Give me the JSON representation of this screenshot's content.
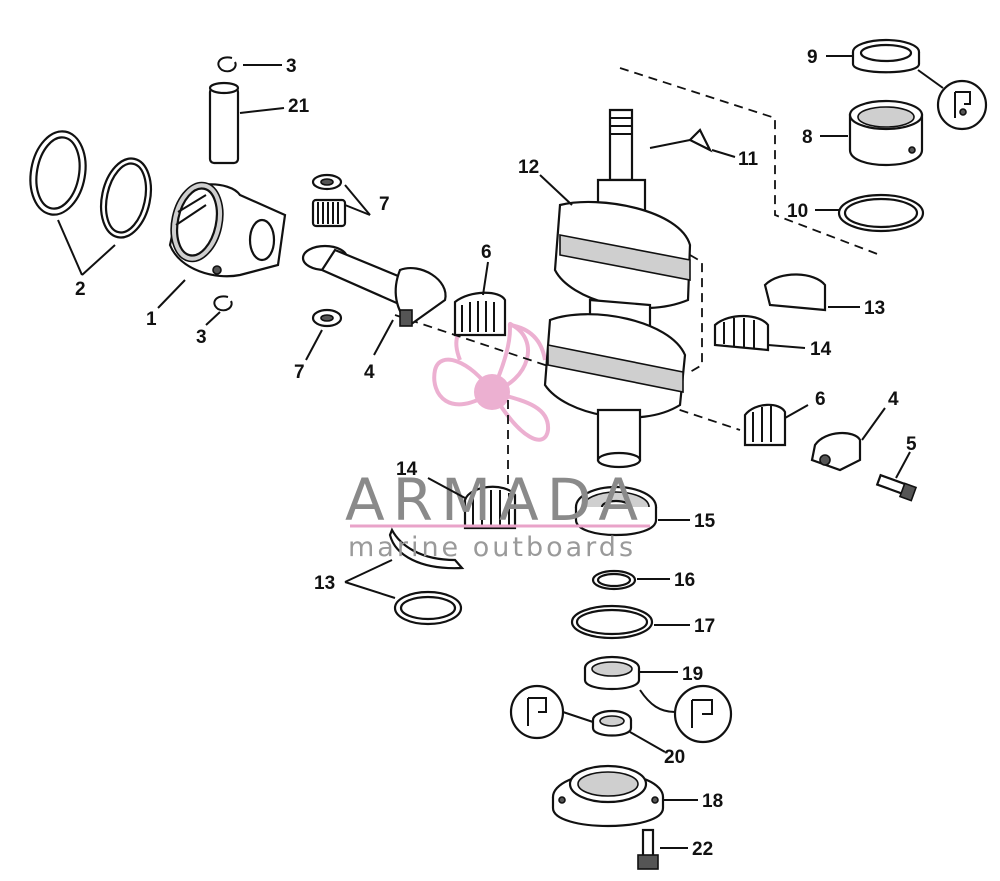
{
  "labels": {
    "p1": "1",
    "p2": "2",
    "p3a": "3",
    "p3b": "3",
    "p4a": "4",
    "p4b": "4",
    "p5": "5",
    "p6a": "6",
    "p6b": "6",
    "p7a": "7",
    "p7b": "7",
    "p8": "8",
    "p9": "9",
    "p10": "10",
    "p11": "11",
    "p12": "12",
    "p13a": "13",
    "p13b": "13",
    "p14a": "14",
    "p14b": "14",
    "p15": "15",
    "p16": "16",
    "p17": "17",
    "p18": "18",
    "p19": "19",
    "p20": "20",
    "p21": "21",
    "p22": "22"
  },
  "watermark": {
    "brand": "ARMADA",
    "tagline": "marine outboards",
    "logo_color": "#e9a3c9",
    "text_color": "#8a8a8a"
  },
  "icons": {
    "sealant_icon_top": "sealant-tube-icon",
    "sealant_icon_left": "sealant-tube-icon",
    "sealant_icon_right": "sealant-tube-icon"
  }
}
